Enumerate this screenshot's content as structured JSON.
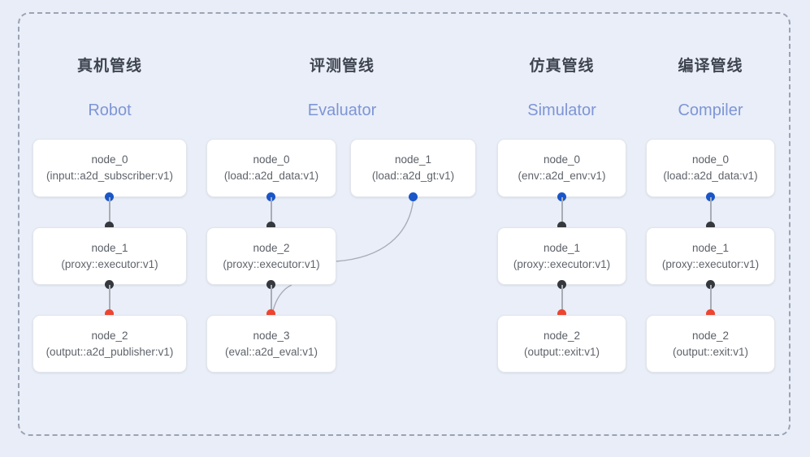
{
  "diagram": {
    "frame_style": "dashed-rounded",
    "background_color": "#e9edf7",
    "frame_border_color": "#9aa3b5"
  },
  "colors": {
    "port_blue": "#1a56c8",
    "port_black": "#35383d",
    "port_red": "#ee4530",
    "edge": "#a8acb5",
    "subtitle": "#7e95d6",
    "title": "#3f4550",
    "node_bg": "#ffffff"
  },
  "columns": [
    {
      "key": "robot",
      "title": "真机管线",
      "subtitle": "Robot",
      "nodes": [
        {
          "id": "node_0",
          "type": "(input::a2d_subscriber:v1)"
        },
        {
          "id": "node_1",
          "type": "(proxy::executor:v1)"
        },
        {
          "id": "node_2",
          "type": "(output::a2d_publisher:v1)"
        }
      ]
    },
    {
      "key": "evaluator",
      "title": "评测管线",
      "subtitle": "Evaluator",
      "nodes": [
        {
          "id": "node_0",
          "type": "(load::a2d_data:v1)"
        },
        {
          "id": "node_1",
          "type": "(load::a2d_gt:v1)"
        },
        {
          "id": "node_2",
          "type": "(proxy::executor:v1)"
        },
        {
          "id": "node_3",
          "type": "(eval::a2d_eval:v1)"
        }
      ]
    },
    {
      "key": "simulator",
      "title": "仿真管线",
      "subtitle": "Simulator",
      "nodes": [
        {
          "id": "node_0",
          "type": "(env::a2d_env:v1)"
        },
        {
          "id": "node_1",
          "type": "(proxy::executor:v1)"
        },
        {
          "id": "node_2",
          "type": "(output::exit:v1)"
        }
      ]
    },
    {
      "key": "compiler",
      "title": "编译管线",
      "subtitle": "Compiler",
      "nodes": [
        {
          "id": "node_0",
          "type": "(load::a2d_data:v1)"
        },
        {
          "id": "node_1",
          "type": "(proxy::executor:v1)"
        },
        {
          "id": "node_2",
          "type": "(output::exit:v1)"
        }
      ]
    }
  ]
}
